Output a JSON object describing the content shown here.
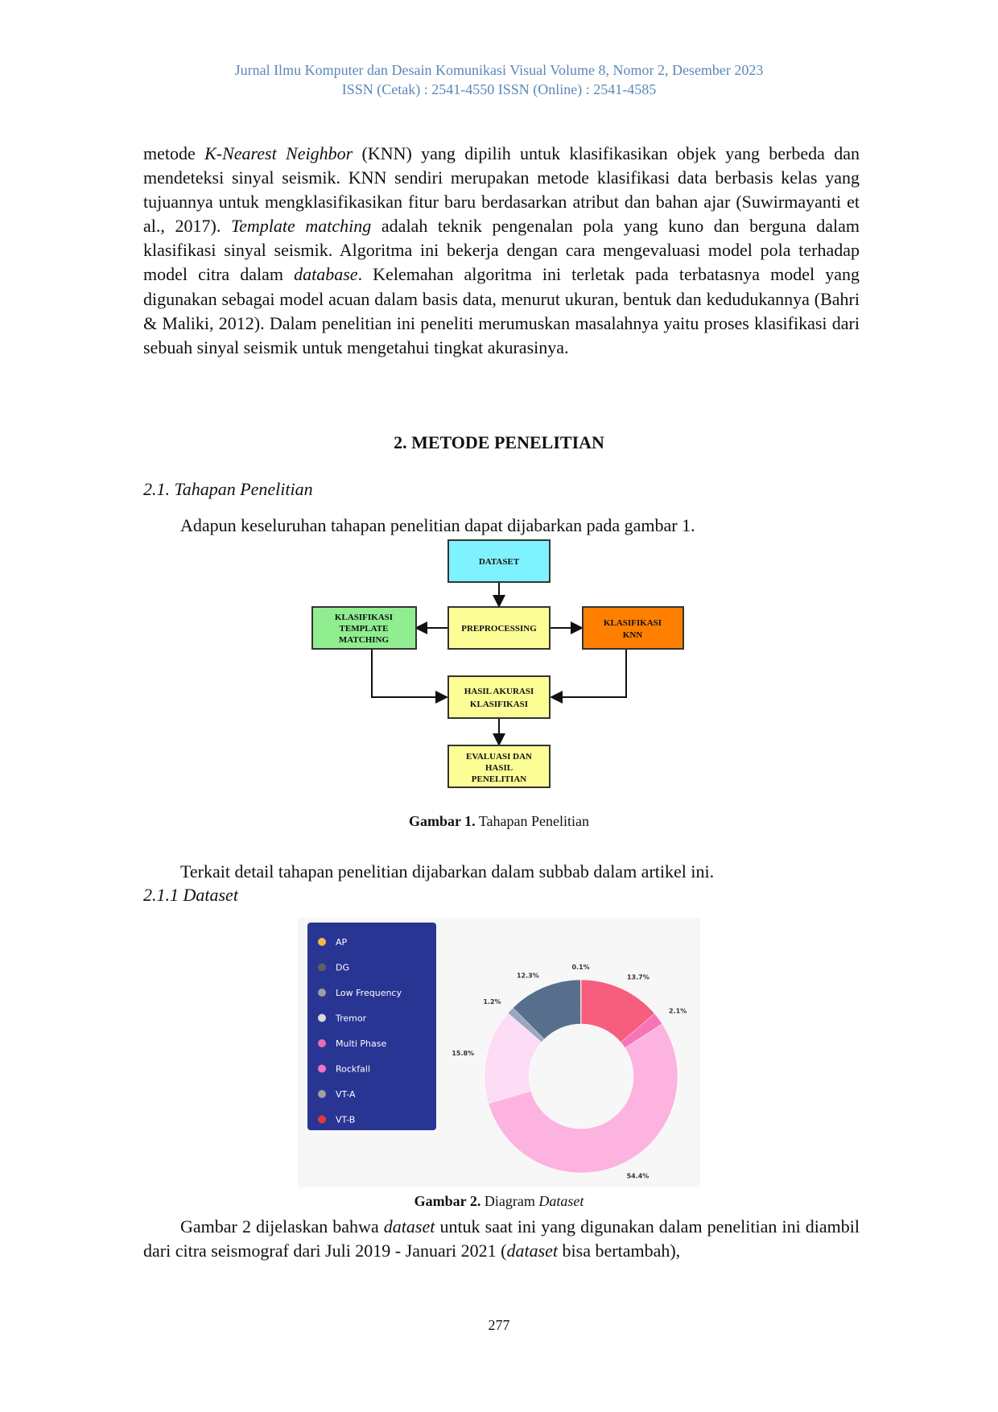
{
  "header": {
    "line1": "Jurnal Ilmu Komputer dan Desain Komunikasi Visual Volume 8, Nomor 2, Desember 2023",
    "line2": "ISSN (Cetak) : 2541-4550 ISSN (Online) : 2541-4585"
  },
  "intro": {
    "p1a": "metode ",
    "p1b": "K-Nearest Neighbor",
    "p1c": " (KNN) yang dipilih untuk klasifikasikan objek yang berbeda dan mendeteksi sinyal seismik. KNN sendiri merupakan metode klasifikasi data berbasis kelas yang tujuannya untuk mengklasifikasikan fitur baru berdasarkan atribut dan bahan ajar (Suwirmayanti et al., 2017). ",
    "p1d": "Template matching",
    "p1e": " adalah teknik pengenalan pola yang kuno dan berguna dalam klasifikasi sinyal seismik. Algoritma ini bekerja dengan cara mengevaluasi model pola terhadap model citra dalam ",
    "p1f": "database",
    "p1g": ". Kelemahan algoritma ini terletak pada terbatasnya model yang digunakan sebagai model acuan dalam basis data, menurut ukuran, bentuk dan kedudukannya (Bahri & Maliki, 2012). Dalam penelitian ini peneliti merumuskan masalahnya yaitu proses klasifikasi dari sebuah sinyal seismik untuk mengetahui tingkat akurasinya."
  },
  "section2": {
    "title": "2. METODE PENELITIAN",
    "sub1": "2.1. Tahapan Penelitian",
    "p1": "Adapun keseluruhan tahapan penelitian dapat dijabarkan pada gambar 1.",
    "p2": "Terkait detail tahapan penelitian dijabarkan dalam subbab dalam artikel ini.",
    "sub11": "2.1.1 Dataset"
  },
  "figure1": {
    "caption_label": "Gambar 1.",
    "caption_text": " Tahapan Penelitian",
    "boxes": {
      "dataset": "DATASET",
      "preprocessing": "PREPROCESSING",
      "klas_tm_1": "KLASIFIKASI",
      "klas_tm_2": "TEMPLATE",
      "klas_tm_3": "MATCHING",
      "klas_knn_1": "KLASIFIKASI",
      "klas_knn_2": "KNN",
      "hasil_1": "HASIL AKURASI",
      "hasil_2": "KLASIFIKASI",
      "eval_1": "EVALUASI DAN",
      "eval_2": "HASIL",
      "eval_3": "PENELITIAN"
    },
    "colors": {
      "dataset": "#7ff2ff",
      "yellow": "#fdfd96",
      "green": "#90ee90",
      "orange": "#ff7f00"
    }
  },
  "figure2": {
    "caption_label": "Gambar 2.",
    "caption_text": " Diagram ",
    "caption_italic": "Dataset",
    "legend_bg": "#283593"
  },
  "chart_data": {
    "type": "pie",
    "donut": true,
    "legend_position": "left",
    "slices": [
      {
        "name": "VT-B",
        "value": 13.7,
        "label": "13.7%",
        "color": "#f75d7e"
      },
      {
        "name": "Multi Phase",
        "value": 2.1,
        "label": "2.1%",
        "color": "#f774b8"
      },
      {
        "name": "Rockfall",
        "value": 54.4,
        "label": "54.4%",
        "color": "#fcb3e0"
      },
      {
        "name": "Tremor",
        "value": 15.8,
        "label": "15.8%",
        "color": "#fddcf6"
      },
      {
        "name": "Low Frequency",
        "value": 1.2,
        "label": "1.2%",
        "color": "#9aa6bf"
      },
      {
        "name": "DG",
        "value": 12.3,
        "label": "12.3%",
        "color": "#576f8c"
      },
      {
        "name": "AP",
        "value": 0.1,
        "label": "0.1%",
        "color": "#f2b04b"
      }
    ],
    "legend": [
      {
        "name": "AP",
        "color": "#f6b64e"
      },
      {
        "name": "DG",
        "color": "#606060"
      },
      {
        "name": "Low Frequency",
        "color": "#9e9e9e"
      },
      {
        "name": "Tremor",
        "color": "#d9d9d9"
      },
      {
        "name": "Multi Phase",
        "color": "#f06bb5"
      },
      {
        "name": "Rockfall",
        "color": "#f274c4"
      },
      {
        "name": "VT-A",
        "color": "#a0a0a0"
      },
      {
        "name": "VT-B",
        "color": "#e53935"
      }
    ]
  },
  "closing": {
    "a": "Gambar 2 dijelaskan bahwa ",
    "b": "dataset",
    "c": " untuk saat ini yang digunakan dalam penelitian ini diambil dari citra seismograf dari Juli 2019 - Januari 2021 (",
    "d": "dataset",
    "e": " bisa bertambah),"
  },
  "page_number": "277"
}
